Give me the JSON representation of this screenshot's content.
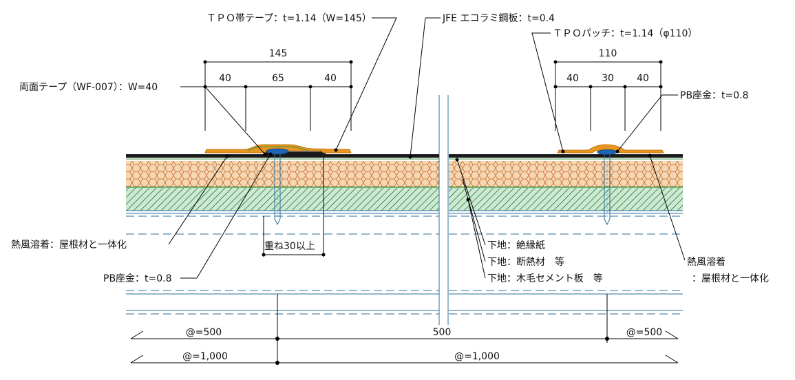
{
  "labels": {
    "tpo_tape": "ＴＰＯ帯テープ：t=1.14（W=145）",
    "jfe_sheet": "JFE エコラミ鋼板：t=0.4",
    "tpo_patch": "ＴＰＯパッチ：t=1.14（φ110）",
    "double_tape": "両面テープ（WF-007）：W=40",
    "pb_washer_right": "PB座金：t=0.8",
    "hot_air_left": "熱風溶着：屋根材と一体化",
    "pb_washer_left": "PB座金：t=0.8",
    "overlap": "重ね30以上",
    "base_paper": "下地：絶縁紙",
    "base_insulation": "下地：断熱材　等",
    "base_cement": "下地：木毛セメント板　等",
    "hot_air_right_1": "熱風溶着",
    "hot_air_right_2": "：屋根材と一体化"
  },
  "dimensions": {
    "left_total": "145",
    "left_a": "40",
    "left_b": "65",
    "left_c": "40",
    "right_total": "110",
    "right_a": "40",
    "right_b": "30",
    "right_c": "40",
    "bottom_500_left": "@=500",
    "bottom_500_mid": "500",
    "bottom_500_right": "@=500",
    "bottom_1000_left": "@=1,000",
    "bottom_1000_right": "@=1,000"
  },
  "colors": {
    "orange": "#e8961e",
    "insulation_fill": "#f5d7b4",
    "hex_stroke": "#c25f1a",
    "cement_fill": "#cfe8d2",
    "hatch": "#2c8a48",
    "screw_blue": "#2a6f9c",
    "washer": "#1f66b5",
    "roof_sheet": "#1a1a1a"
  }
}
